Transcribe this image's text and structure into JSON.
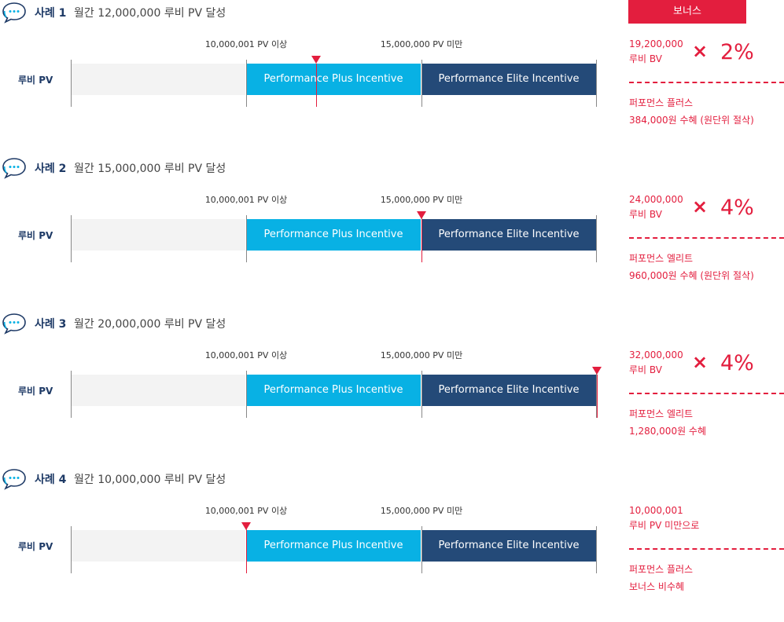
{
  "bonus_header": "보너스",
  "row_label": "루비 PV",
  "bar_labels": {
    "plus": "Performance Plus Incentive",
    "elite": "Performance Elite Incentive"
  },
  "colors": {
    "accent_red": "#e31e3e",
    "plus_blue": "#08b1e4",
    "elite_navy": "#244a78",
    "heading_navy": "#1e3a66"
  },
  "icons": [
    "chat-bubble-icon",
    "multiply-icon",
    "marker-triangle-icon"
  ],
  "cases": [
    {
      "num": "사례 1",
      "desc": "월간 12,000,000 루비 PV 달성",
      "tick_low": "10,000,001 PV 이상",
      "tick_high": "15,000,000 PV 미만",
      "marker_pv": 12000000,
      "bonus_amount": [
        "19,200,000",
        "루비 BV"
      ],
      "times": "×",
      "percent": "2%",
      "result": [
        "퍼포먼스 플러스",
        "384,000원 수혜 (원단위 절삭)"
      ]
    },
    {
      "num": "사례 2",
      "desc": "월간 15,000,000 루비 PV 달성",
      "tick_low": "10,000,001 PV  이상",
      "tick_high": "15,000,000 PV 미만",
      "marker_pv": 15000000,
      "bonus_amount": [
        "24,000,000",
        "루비 BV"
      ],
      "times": "×",
      "percent": "4%",
      "result": [
        "퍼포먼스 엘리트",
        "960,000원 수혜 (원단위 절삭)"
      ]
    },
    {
      "num": "사례 3",
      "desc": "월간 20,000,000 루비 PV 달성",
      "tick_low": "10,000,001 PV 이상",
      "tick_high": "15,000,000 PV 미만",
      "marker_pv": 20000000,
      "bonus_amount": [
        "32,000,000",
        "루비 BV"
      ],
      "times": "×",
      "percent": "4%",
      "result": [
        "퍼포먼스 엘리트",
        "1,280,000원 수혜"
      ]
    },
    {
      "num": "사례 4",
      "desc": "월간 10,000,000 루비 PV 달성",
      "tick_low": "10,000,001 PV 이상",
      "tick_high": "15,000,000 PV 미만",
      "marker_pv": 10000000,
      "bonus_amount": [
        "10,000,001",
        "루비 PV 미만으로"
      ],
      "times": "",
      "percent": "",
      "result": [
        "퍼포먼스 플러스",
        "보너스 비수혜"
      ]
    }
  ]
}
